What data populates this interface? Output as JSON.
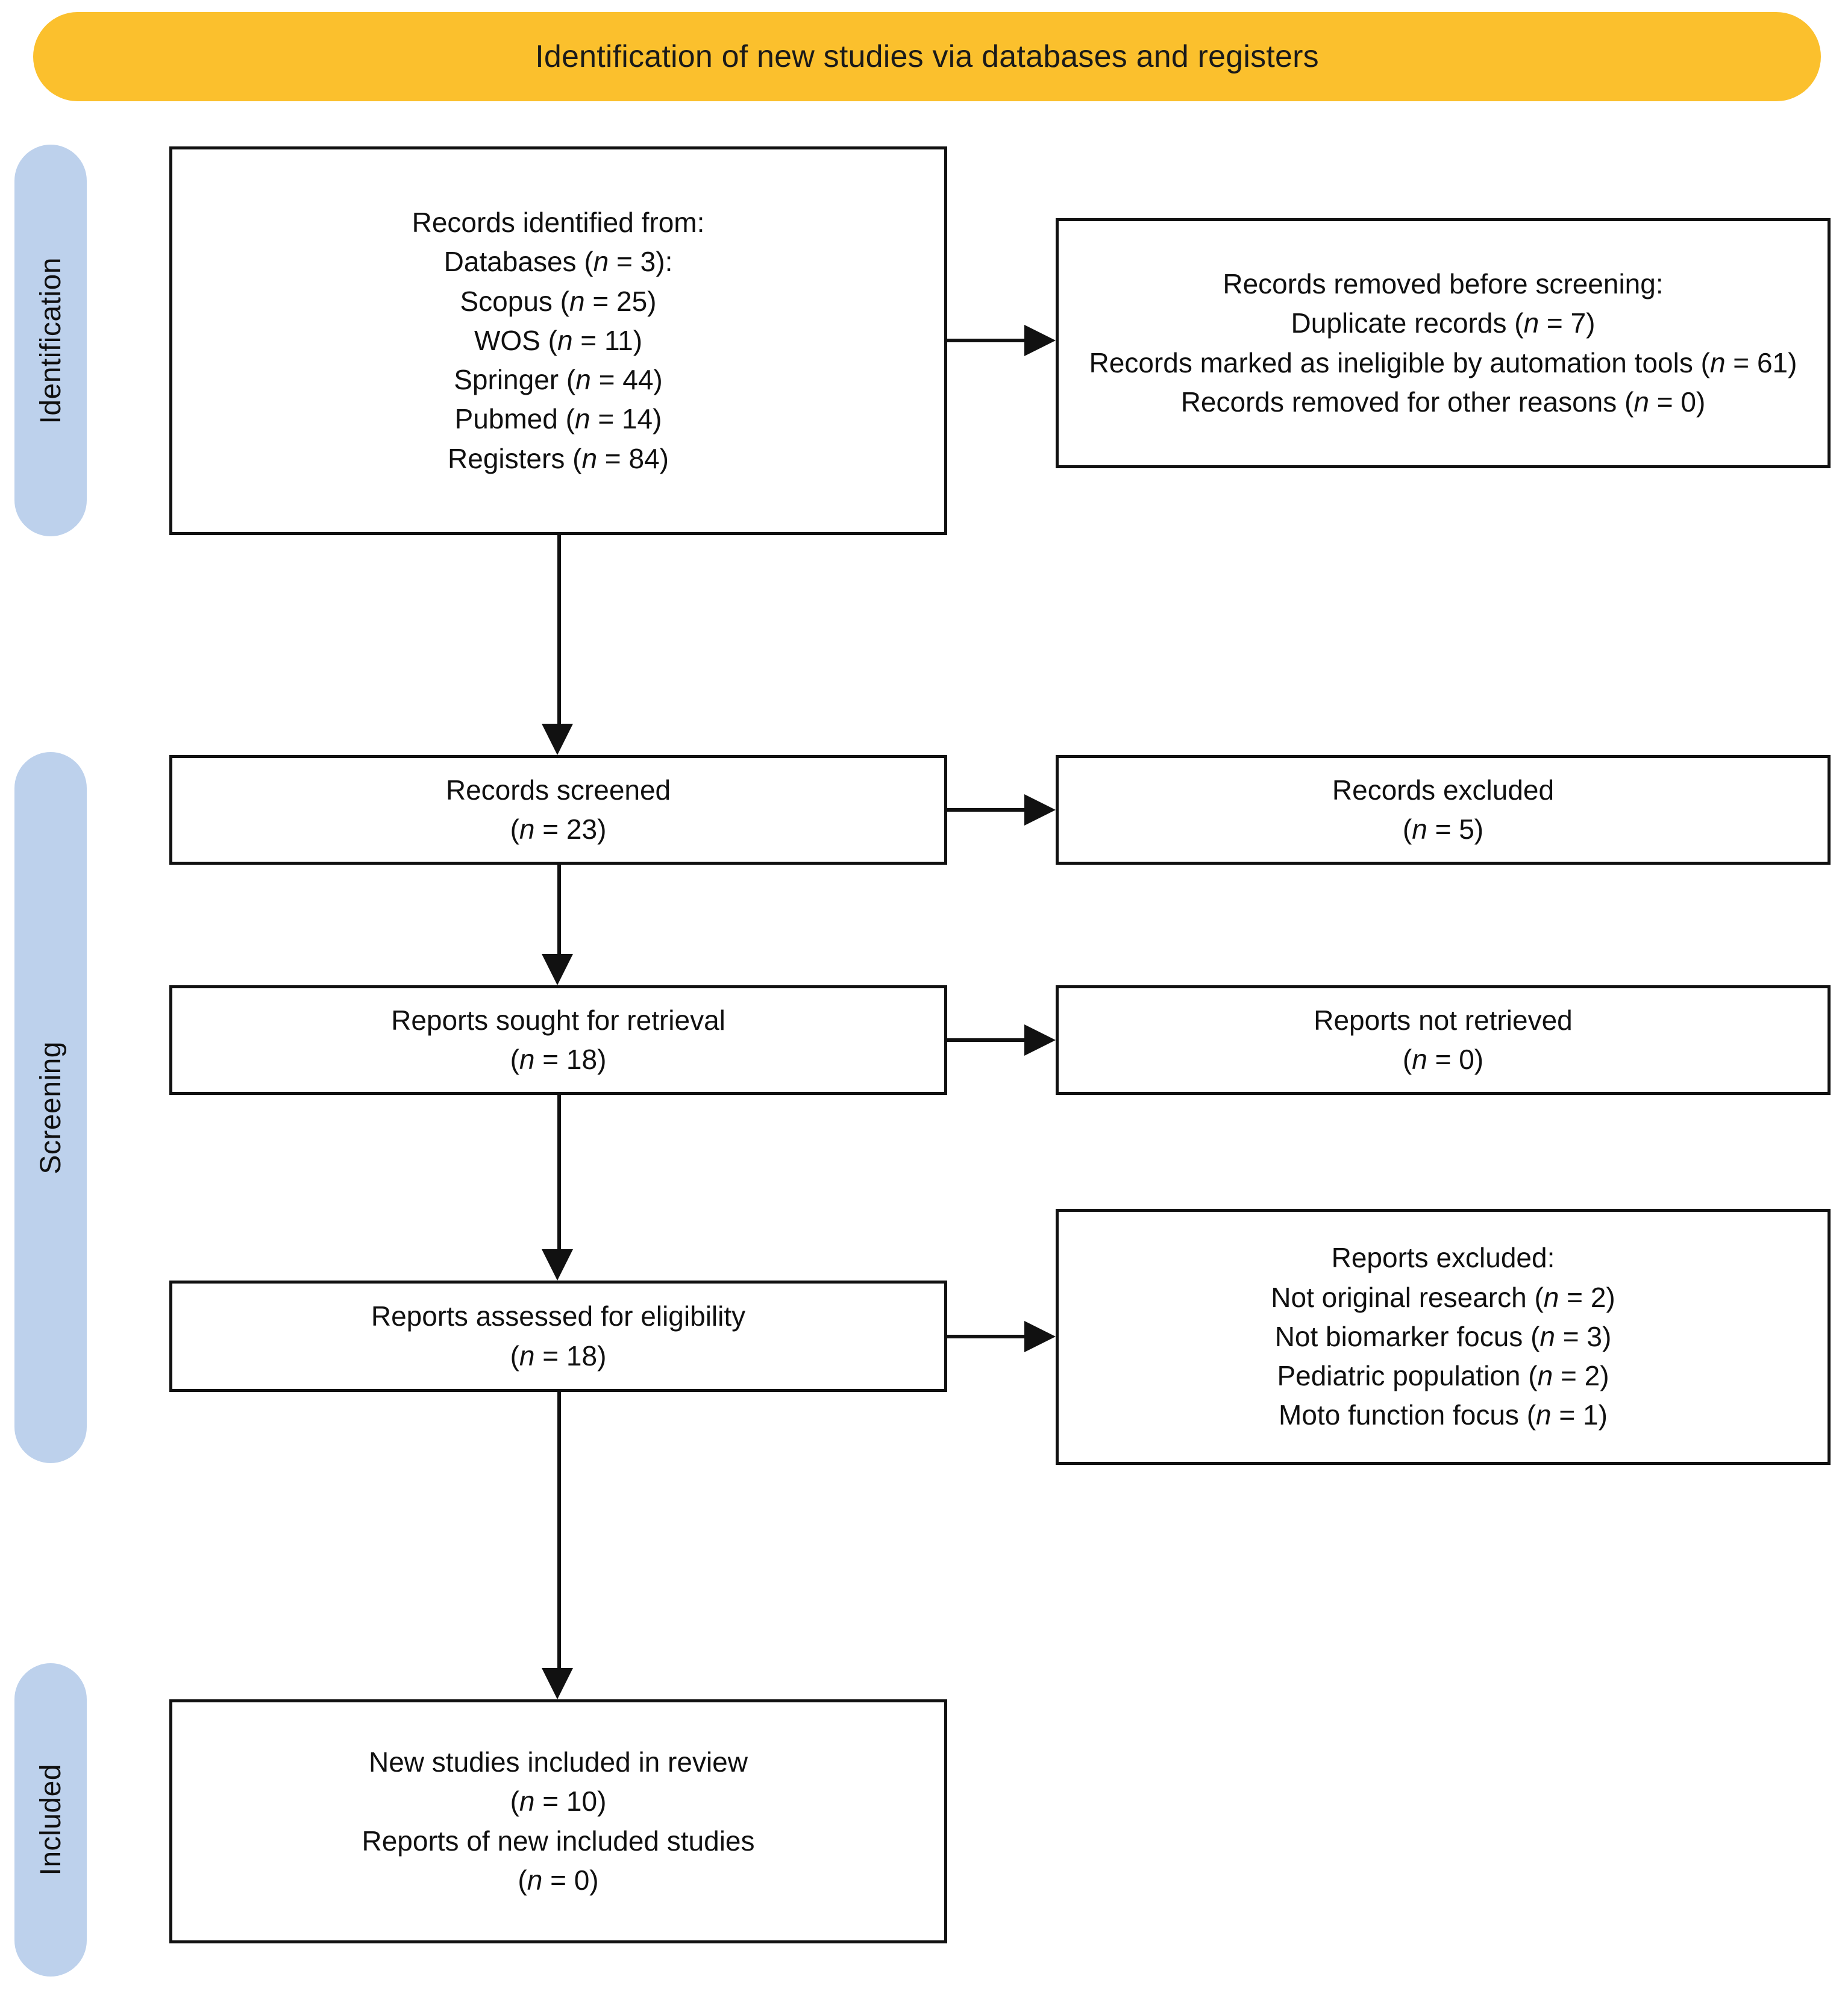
{
  "banner": {
    "title": "Identification of new studies via databases and registers",
    "color": "#FBC02D"
  },
  "rails": {
    "color": "#BDD1EC",
    "items": [
      {
        "id": "identification",
        "label": "Identification"
      },
      {
        "id": "screening",
        "label": "Screening"
      },
      {
        "id": "included",
        "label": "Included"
      }
    ]
  },
  "boxes": {
    "identified": {
      "name": "records-identified-box",
      "lines": [
        "Records identified from:",
        "Databases (n = 3):",
        "Scopus (n = 25)",
        "WOS (n = 11)",
        "Springer (n = 44)",
        "Pubmed (n = 14)",
        "Registers (n = 84)"
      ]
    },
    "removed": {
      "name": "records-removed-box",
      "lines": [
        "Records removed before screening:",
        "Duplicate records (n = 7)",
        "Records marked as ineligible by automation tools (n = 61)",
        "Records removed for other reasons (n = 0)"
      ]
    },
    "screened": {
      "name": "records-screened-box",
      "lines": [
        "Records screened",
        "(n = 23)"
      ]
    },
    "excluded": {
      "name": "records-excluded-box",
      "lines": [
        "Records excluded",
        "(n = 5)"
      ]
    },
    "sought": {
      "name": "reports-sought-box",
      "lines": [
        "Reports sought for retrieval",
        "(n = 18)"
      ]
    },
    "not_retrieved": {
      "name": "reports-not-retrieved-box",
      "lines": [
        "Reports not retrieved",
        "(n = 0)"
      ]
    },
    "eligibility": {
      "name": "reports-assessed-box",
      "lines": [
        "Reports assessed for eligibility",
        "(n = 18)"
      ]
    },
    "reports_excluded": {
      "name": "reports-excluded-box",
      "lines": [
        "Reports excluded:",
        "Not original research (n = 2)",
        "Not biomarker focus (n = 3)",
        "Pediatric population (n = 2)",
        "Moto function focus (n = 1)"
      ]
    },
    "included": {
      "name": "new-studies-included-box",
      "lines": [
        "New studies included in review",
        "(n = 10)",
        "Reports of new included studies",
        "(n = 0)"
      ]
    }
  },
  "chart_data": {
    "type": "diagram",
    "title": "Identification of new studies via databases and registers",
    "stages": [
      "Identification",
      "Screening",
      "Included"
    ],
    "nodes": [
      {
        "id": "identified",
        "stage": "Identification",
        "label": "Records identified from",
        "counts": {
          "Databases": 3,
          "Scopus": 25,
          "WOS": 11,
          "Springer": 44,
          "Pubmed": 14,
          "Registers": 84
        }
      },
      {
        "id": "removed",
        "stage": "Identification",
        "label": "Records removed before screening",
        "counts": {
          "Duplicate records": 7,
          "Marked ineligible by automation tools": 61,
          "Removed for other reasons": 0
        }
      },
      {
        "id": "screened",
        "stage": "Screening",
        "label": "Records screened",
        "n": 23
      },
      {
        "id": "excluded",
        "stage": "Screening",
        "label": "Records excluded",
        "n": 5
      },
      {
        "id": "sought",
        "stage": "Screening",
        "label": "Reports sought for retrieval",
        "n": 18
      },
      {
        "id": "not_retrieved",
        "stage": "Screening",
        "label": "Reports not retrieved",
        "n": 0
      },
      {
        "id": "eligibility",
        "stage": "Screening",
        "label": "Reports assessed for eligibility",
        "n": 18
      },
      {
        "id": "reports_excluded",
        "stage": "Screening",
        "label": "Reports excluded",
        "counts": {
          "Not original research": 2,
          "Not biomarker focus": 3,
          "Pediatric population": 2,
          "Moto function focus": 1
        }
      },
      {
        "id": "included",
        "stage": "Included",
        "label": "New studies included in review",
        "n": 10,
        "reports_of_new_included_studies": 0
      }
    ],
    "edges": [
      {
        "from": "identified",
        "to": "removed",
        "direction": "right"
      },
      {
        "from": "identified",
        "to": "screened",
        "direction": "down"
      },
      {
        "from": "screened",
        "to": "excluded",
        "direction": "right"
      },
      {
        "from": "screened",
        "to": "sought",
        "direction": "down"
      },
      {
        "from": "sought",
        "to": "not_retrieved",
        "direction": "right"
      },
      {
        "from": "sought",
        "to": "eligibility",
        "direction": "down"
      },
      {
        "from": "eligibility",
        "to": "reports_excluded",
        "direction": "right"
      },
      {
        "from": "eligibility",
        "to": "included",
        "direction": "down"
      }
    ]
  }
}
